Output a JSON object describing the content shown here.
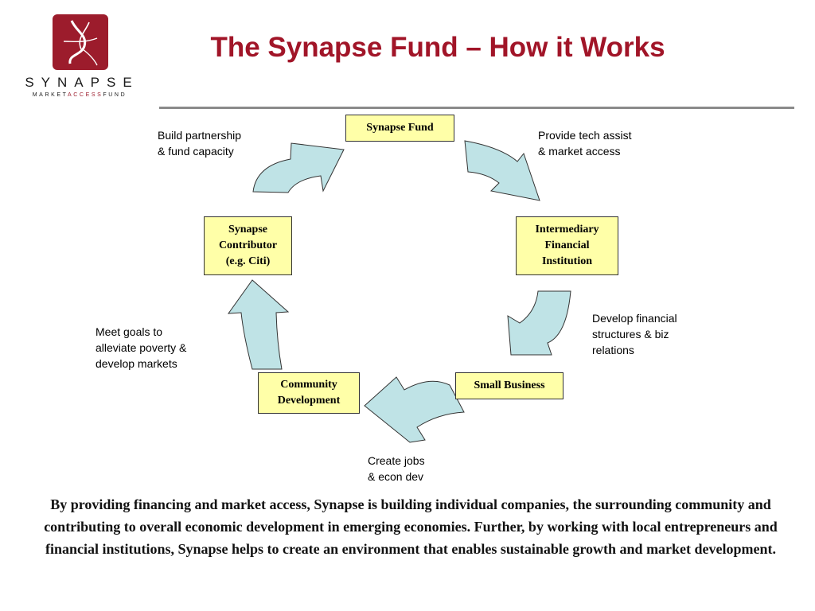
{
  "logo": {
    "wordmark": "SYNAPSE",
    "sub_market": "MARKET",
    "sub_access": "ACCESS",
    "sub_fund": "FUND",
    "brand_color": "#9c1c2c"
  },
  "title": "The Synapse Fund – How it Works",
  "nodes": {
    "synapse_fund": "Synapse Fund",
    "intermediary": "Intermediary\nFinancial\nInstitution",
    "small_business": "Small Business",
    "community": "Community\nDevelopment",
    "contributor": "Synapse\nContributor\n(e.g. Citi)"
  },
  "edge_labels": {
    "fund_to_intermediary": "Provide tech assist\n& market access",
    "intermediary_to_business": "Develop financial\nstructures & biz\nrelations",
    "business_to_community": "Create jobs\n & econ dev",
    "community_to_contributor": "Meet goals to\nalleviate poverty &\ndevelop markets",
    "contributor_to_fund": "Build partnership\n& fund capacity"
  },
  "colors": {
    "node_fill": "#ffffa8",
    "arrow_fill": "#bfe3e6",
    "title": "#a11528"
  },
  "description": "By providing financing and market access, Synapse is building individual companies, the surrounding community and contributing to overall economic development in emerging economies.  Further, by working with local entrepreneurs and financial institutions, Synapse helps to create an environment that enables sustainable growth and market development."
}
